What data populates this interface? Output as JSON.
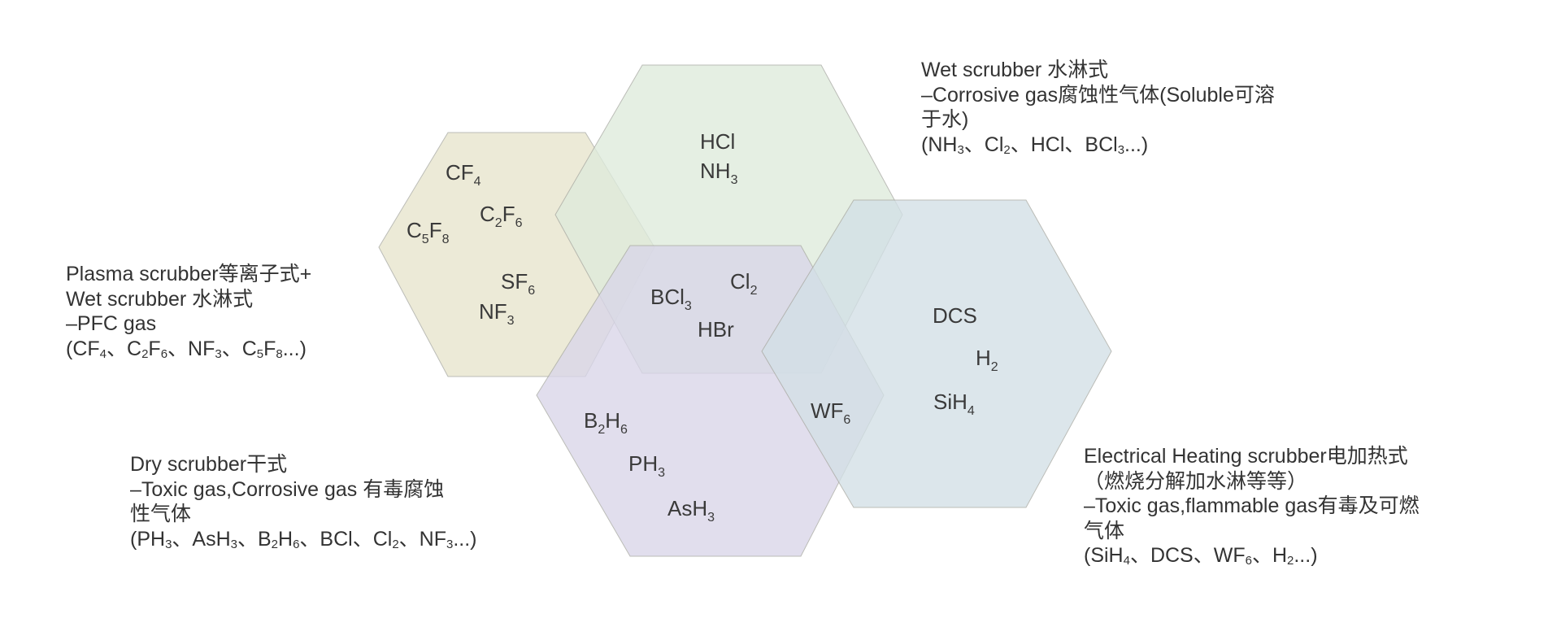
{
  "diagram": {
    "colors": {
      "pfc": "#e7e5cc",
      "corrosive": "#deebdc",
      "toxic": "#d9d6e9",
      "flammable": "#d3e0e6",
      "outline": "#a9aaa3",
      "text": "#333333"
    },
    "gases": {
      "cf4": {
        "base": "CF",
        "sub1": "4"
      },
      "c2f6": {
        "base": "C",
        "sub1": "2",
        "mid": "F",
        "sub2": "6"
      },
      "c5f8": {
        "base": "C",
        "sub1": "5",
        "mid": "F",
        "sub2": "8"
      },
      "sf6": {
        "base": "SF",
        "sub1": "6"
      },
      "nf3": {
        "base": "NF",
        "sub1": "3"
      },
      "hcl": {
        "base": "HCl"
      },
      "nh3": {
        "base": "NH",
        "sub1": "3"
      },
      "bcl3": {
        "base": "BCl",
        "sub1": "3"
      },
      "cl2": {
        "base": "Cl",
        "sub1": "2"
      },
      "hbr": {
        "base": "HBr"
      },
      "dcs": {
        "base": "DCS"
      },
      "h2": {
        "base": "H",
        "sub1": "2"
      },
      "sih4": {
        "base": "SiH",
        "sub1": "4"
      },
      "wf6": {
        "base": "WF",
        "sub1": "6"
      },
      "b2h6": {
        "base": "B",
        "sub1": "2",
        "mid": "H",
        "sub2": "6"
      },
      "ph3": {
        "base": "PH",
        "sub1": "3"
      },
      "ash3": {
        "base": "AsH",
        "sub1": "3"
      }
    },
    "captions": {
      "wet": {
        "line1": "Wet scrubber 水淋式",
        "line2": "–Corrosive gas腐蚀性气体(Soluble可溶",
        "line3": "于水)",
        "list": {
          "p0": "(NH",
          "s0": "3",
          "p1": "、Cl",
          "s1": "2",
          "p2": "、HCl、BCl",
          "s2": "3",
          "p3": "...)"
        }
      },
      "plasma": {
        "line1": "Plasma scrubber等离子式+",
        "line2": "Wet scrubber 水淋式",
        "line3": "–PFC gas",
        "list": {
          "p0": "(CF",
          "s0": "4",
          "p1": "、C",
          "s1": "2",
          "p2": "F",
          "s2": "6",
          "p3": "、NF",
          "s3": "3",
          "p4": "、C",
          "s4": "5",
          "p5": "F",
          "s5": "8",
          "p6": "...)"
        }
      },
      "dry": {
        "line1": "Dry scrubber干式",
        "line2": "–Toxic gas,Corrosive gas 有毒腐蚀",
        "line3": "性气体",
        "list": {
          "p0": "(PH",
          "s0": "3",
          "p1": "、AsH",
          "s1": "3",
          "p2": "、B",
          "s2": "2",
          "p3": "H",
          "s3": "6",
          "p4": "、BCl、Cl",
          "s4": "2",
          "p5": "、NF",
          "s5": "3",
          "p6": "...)"
        }
      },
      "electric": {
        "line1": "Electrical Heating scrubber电加热式",
        "line2": "（燃烧分解加水淋等等）",
        "line3": "–Toxic gas,flammable gas有毒及可燃",
        "line4": "气体",
        "list": {
          "p0": "(SiH",
          "s0": "4",
          "p1": "、DCS、WF",
          "s1": "6",
          "p2": "、H",
          "s2": "2",
          "p3": "...)"
        }
      }
    }
  }
}
